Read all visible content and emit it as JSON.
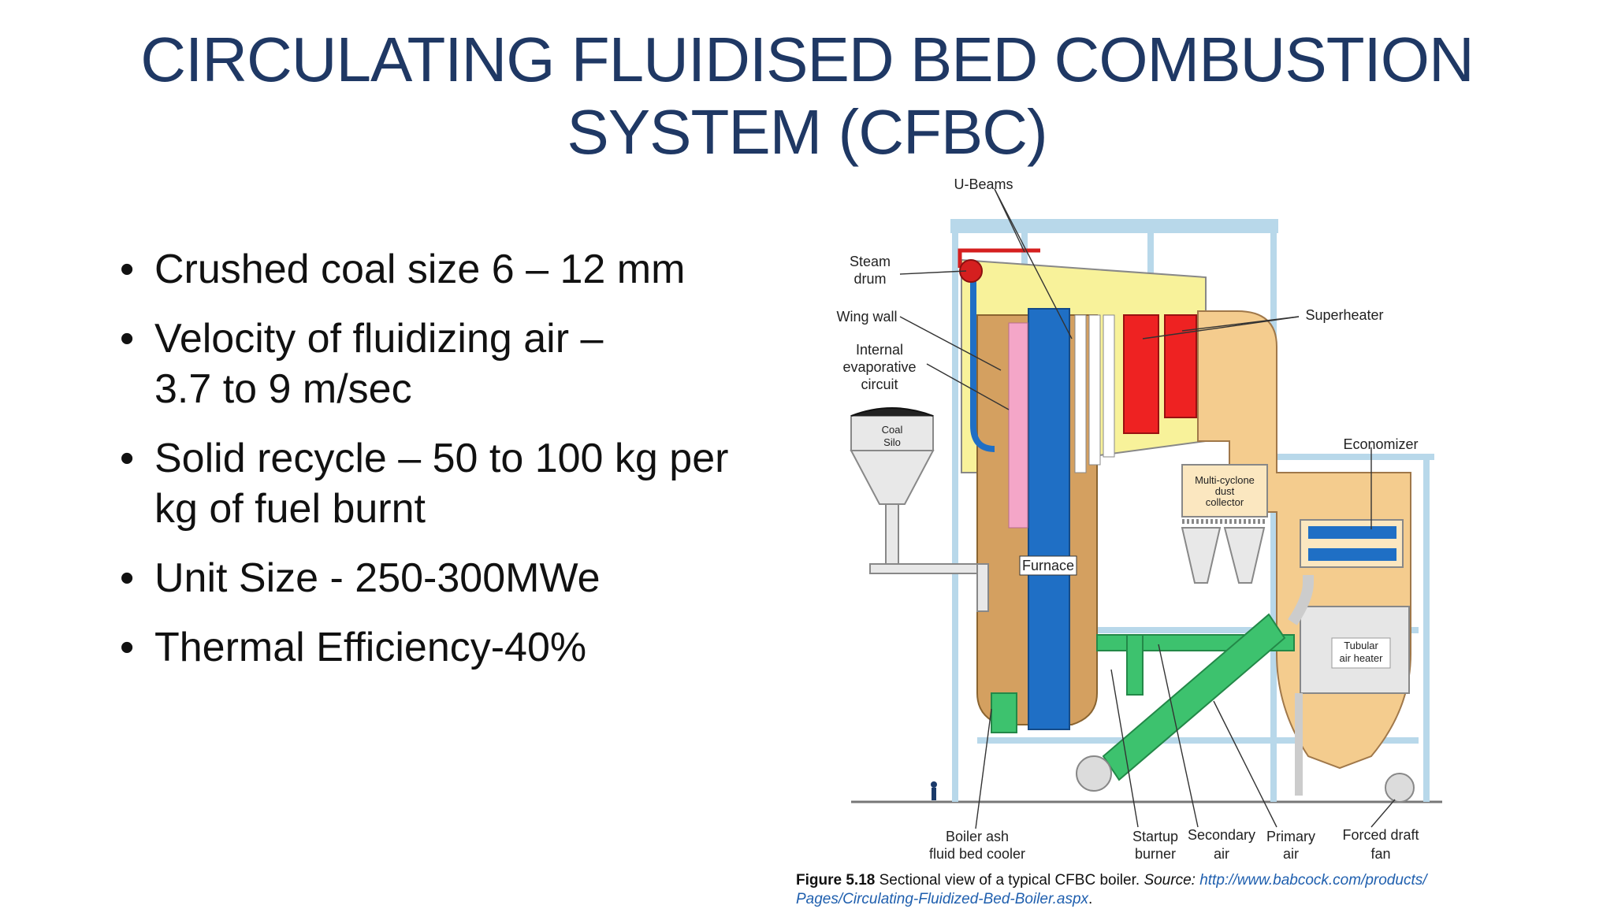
{
  "slide": {
    "title_line1": "CIRCULATING FLUIDISED BED COMBUSTION",
    "title_line2": "SYSTEM (CFBC)",
    "bullets": [
      {
        "line1": "Crushed coal size 6 – 12 mm",
        "line2": ""
      },
      {
        "line1": "Velocity of fluidizing air –",
        "line2": "3.7 to 9 m/sec"
      },
      {
        "line1": "Solid recycle – 50 to 100 kg per",
        "line2": "kg of fuel burnt"
      },
      {
        "line1": "Unit Size - 250-300MWe",
        "line2": ""
      },
      {
        "line1": "Thermal Efficiency-40%",
        "line2": ""
      }
    ]
  },
  "diagram": {
    "labels": {
      "u_beams": "U-Beams",
      "steam_drum_1": "Steam",
      "steam_drum_2": "drum",
      "wing_wall": "Wing wall",
      "internal_1": "Internal",
      "internal_2": "evaporative",
      "internal_3": "circuit",
      "coal_silo_1": "Coal",
      "coal_silo_2": "Silo",
      "superheater": "Superheater",
      "economizer": "Economizer",
      "multicyclone_1": "Multi-cyclone",
      "multicyclone_2": "dust",
      "multicyclone_3": "collector",
      "furnace": "Furnace",
      "tubular_1": "Tubular",
      "tubular_2": "air heater",
      "boiler_ash_1": "Boiler ash",
      "boiler_ash_2": "fluid bed cooler",
      "startup_1": "Startup",
      "startup_2": "burner",
      "secondary_1": "Secondary",
      "secondary_2": "air",
      "primary_1": "Primary",
      "primary_2": "air",
      "fd_fan_1": "Forced draft",
      "fd_fan_2": "fan"
    },
    "colors": {
      "furnace_blue": "#1f6fc5",
      "casing_tan": "#d4a060",
      "duct_orange": "#f4cc8e",
      "roof_yellow": "#f8f29a",
      "superheater_red": "#ee2222",
      "air_green": "#3dc26e",
      "wing_pink": "#f4a6c8",
      "frame_lightblue": "#b8d8ea"
    }
  },
  "caption": {
    "figure_label": "Figure",
    "figure_number": "5.18",
    "text": "Sectional view of a typical CFBC boiler.",
    "source_label": "Source:",
    "url_line1": "http://www.babcock.com/products/",
    "url_line2": "Pages/Circulating-Fluidized-Bed-Boiler.aspx",
    "end": "."
  }
}
